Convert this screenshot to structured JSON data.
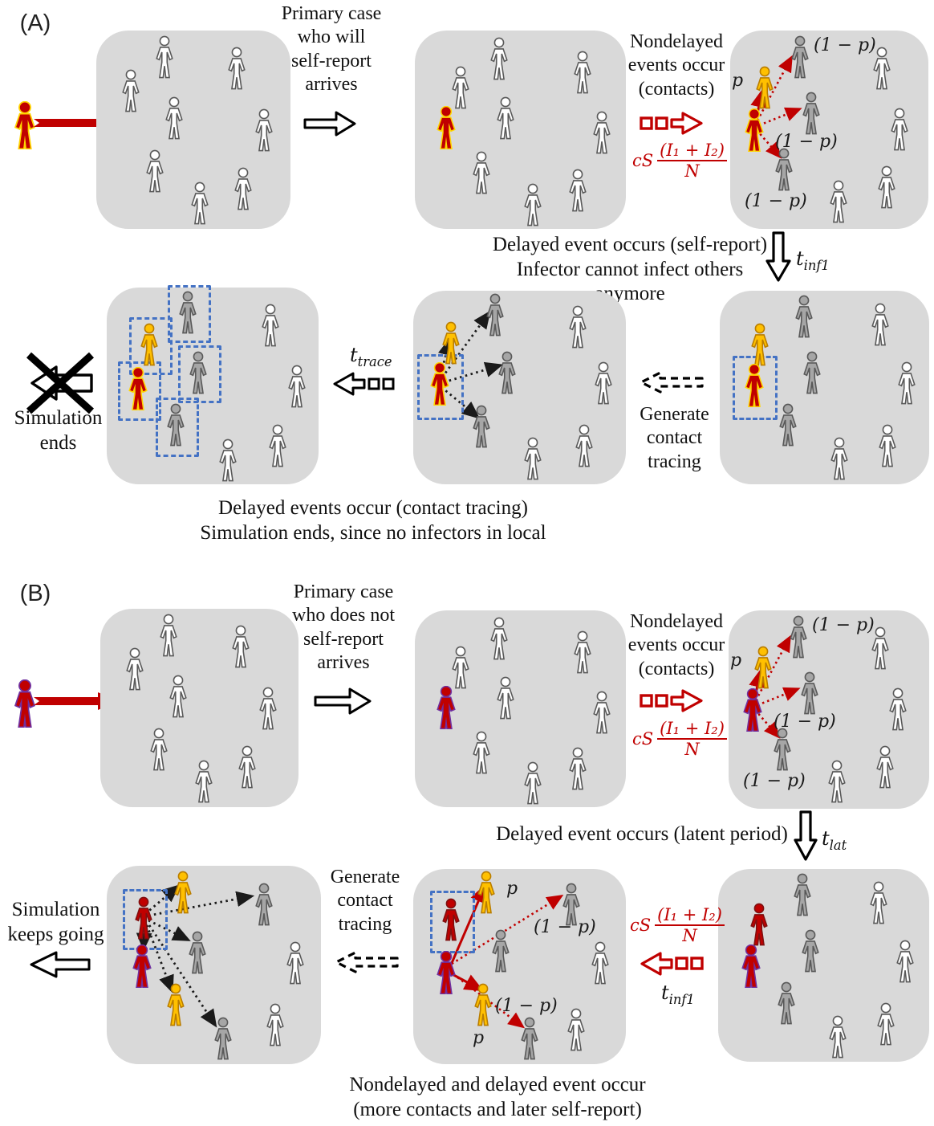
{
  "colors": {
    "box_background": "#d9d9d9",
    "infection_red": "#c00000",
    "halo_yellow": "#ffd500",
    "contact_orange": "#ffc000",
    "traced_purple": "#7030a0",
    "gray_person": "#a6a6a6",
    "tracing_blue": "#4472c4"
  },
  "icons": {
    "person": "human-silhouette",
    "legend": {
      "white_person": "susceptible individual",
      "gray_person": "non-infected contact",
      "orange_person": "infected contact",
      "red_yellow_person": "infector who self-reports",
      "purple_person": "infector who does not self-report",
      "blue_dashed_box": "traced individual"
    }
  },
  "formula": {
    "prefix": "cS",
    "numerator": "(I₁ + I₂)",
    "denominator": "N"
  },
  "panel_a": {
    "label": "(A)",
    "arrive_text": "Primary case\nwho will\nself-report\narrives",
    "nondelayed_text": "Nondelayed\nevents occur\n(contacts)",
    "p_label": "p",
    "one_minus_p": "(1 − p)",
    "t_inf1": {
      "base": "t",
      "sub": "inf1"
    },
    "delayed_text": "Delayed event occurs (self-report)\nInfector cannot infect others anymore",
    "generate_text": "Generate\ncontact\ntracing",
    "t_trace": {
      "base": "t",
      "sub": "trace"
    },
    "sim_ends_text": "Simulation\nends",
    "caption": "Delayed events occur (contact tracing)\nSimulation ends, since no infectors in local"
  },
  "panel_b": {
    "label": "(B)",
    "arrive_text": "Primary case\nwho does not\nself-report\narrives",
    "nondelayed_text": "Nondelayed\nevents occur\n(contacts)",
    "p_label": "p",
    "one_minus_p": "(1 − p)",
    "t_lat": {
      "base": "t",
      "sub": "lat"
    },
    "delayed_text": "Delayed event occurs (latent period)",
    "t_inf1": {
      "base": "t",
      "sub": "inf1"
    },
    "generate_text": "Generate\ncontact\ntracing",
    "sim_going_text": "Simulation\nkeeps going",
    "caption": "Nondelayed and delayed event occur\n(more contacts and later self-report)"
  }
}
